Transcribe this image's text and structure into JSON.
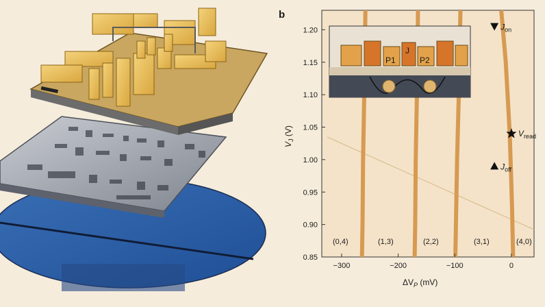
{
  "panel_label": "b",
  "ylabel_main": "V",
  "ylabel_sub": "J",
  "ylabel_unit": " (V)",
  "xlabel_main": "ΔV",
  "xlabel_sub": "P",
  "xlabel_unit": " (mV)",
  "inset_labels": [
    "P1",
    "J",
    "P2"
  ],
  "charge_states": [
    "(0,4)",
    "(1,3)",
    "(2,2)",
    "(3,1)",
    "(4,0)"
  ],
  "markers": {
    "on": {
      "main": "J",
      "sub": "on",
      "x": -30,
      "y": 1.205
    },
    "read": {
      "main": "V",
      "sub": "read",
      "x": 0,
      "y": 1.04
    },
    "off": {
      "main": "J",
      "sub": "off",
      "x": -30,
      "y": 0.99
    }
  },
  "chart_data": {
    "type": "line",
    "title": "",
    "xlabel": "ΔVP (mV)",
    "ylabel": "VJ (V)",
    "xlim": [
      -335,
      40
    ],
    "ylim": [
      0.85,
      1.23
    ],
    "x_ticks": [
      -300,
      -200,
      -100,
      0
    ],
    "y_ticks": [
      0.85,
      0.9,
      0.95,
      1.0,
      1.05,
      1.1,
      1.15,
      1.2
    ],
    "x_tick_labels": [
      "−300",
      "−200",
      "−100",
      "0"
    ],
    "y_tick_labels": [
      "0.85",
      "0.90",
      "0.95",
      "1.00",
      "1.05",
      "1.10",
      "1.15",
      "1.20"
    ],
    "grid": false,
    "series": [
      {
        "x": [
          -258,
          -260,
          -262,
          -263,
          -264
        ],
        "y": [
          1.23,
          1.1,
          1.0,
          0.9,
          0.85
        ]
      },
      {
        "x": [
          -165,
          -167,
          -169,
          -170,
          -171
        ],
        "y": [
          1.23,
          1.1,
          1.0,
          0.9,
          0.85
        ]
      },
      {
        "x": [
          -90,
          -93,
          -96,
          -98,
          -99
        ],
        "y": [
          1.23,
          1.1,
          1.0,
          0.9,
          0.85
        ]
      },
      {
        "x": [
          -18,
          -10,
          -3,
          1,
          3
        ],
        "y": [
          1.23,
          1.15,
          1.04,
          0.93,
          0.85
        ]
      }
    ]
  }
}
